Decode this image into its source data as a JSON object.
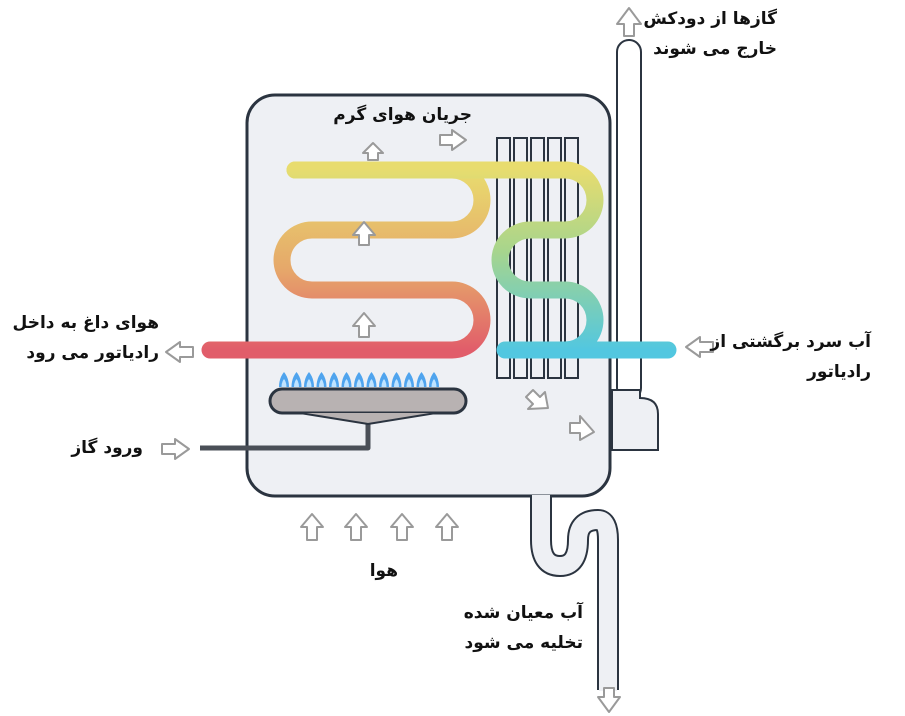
{
  "labels": {
    "flue_gas": [
      "گازها از دودکش",
      "خارج می شوند"
    ],
    "hot_air_flow": "جریان هوای گرم",
    "hot_air_out": [
      "هوای داغ به داخل",
      "رادیاتور می رود"
    ],
    "return_water": [
      "آب سرد برگشتی از",
      "رادیاتور"
    ],
    "gas_inlet": "ورود گاز",
    "air": "هوا",
    "condensate": [
      "آب معیان شده",
      "تخلیه می شود"
    ]
  },
  "colors": {
    "casing_fill": "#eef0f4",
    "casing_stroke": "#2b3440",
    "coil_hot": "#e15d6a",
    "coil_warm": "#e6a86a",
    "coil_yellow": "#e8dc6e",
    "coil_green": "#a8d58c",
    "coil_cool": "#52c7e0",
    "flame": "#4fa4ee",
    "burner": "#b8b2b2",
    "arrow_stroke": "#9a9a9a"
  },
  "flame_count": 13
}
